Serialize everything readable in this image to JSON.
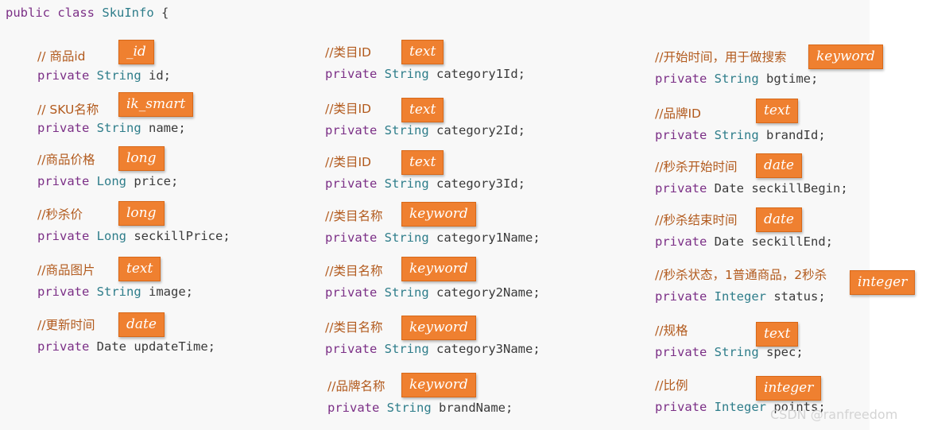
{
  "header": {
    "keyword_public": "public",
    "keyword_class": "class",
    "class_name": "SkuInfo",
    "brace": "{"
  },
  "fields": [
    {
      "comment": "// 商品id",
      "modifier": "private",
      "type": "String",
      "name": "id;",
      "tag": "_id"
    },
    {
      "comment": "// SKU名称",
      "modifier": "private",
      "type": "String",
      "name": "name;",
      "tag": "ik_smart"
    },
    {
      "comment": "//商品价格",
      "modifier": "private",
      "type": "Long",
      "name": "price;",
      "tag": "long"
    },
    {
      "comment": "//秒杀价",
      "modifier": "private",
      "type": "Long",
      "name": "seckillPrice;",
      "tag": "long"
    },
    {
      "comment": "//商品图片",
      "modifier": "private",
      "type": "String",
      "name": "image;",
      "tag": "text"
    },
    {
      "comment": "//更新时间",
      "modifier": "private",
      "type": "Date",
      "name": "updateTime;",
      "tag": "date"
    },
    {
      "comment": "//类目ID",
      "modifier": "private",
      "type": "String",
      "name": "category1Id;",
      "tag": "text"
    },
    {
      "comment": "//类目ID",
      "modifier": "private",
      "type": "String",
      "name": "category2Id;",
      "tag": "text"
    },
    {
      "comment": "//类目ID",
      "modifier": "private",
      "type": "String",
      "name": "category3Id;",
      "tag": "text"
    },
    {
      "comment": "//类目名称",
      "modifier": "private",
      "type": "String",
      "name": "category1Name;",
      "tag": "keyword"
    },
    {
      "comment": "//类目名称",
      "modifier": "private",
      "type": "String",
      "name": "category2Name;",
      "tag": "keyword"
    },
    {
      "comment": "//类目名称",
      "modifier": "private",
      "type": "String",
      "name": "category3Name;",
      "tag": "keyword"
    },
    {
      "comment": "//品牌名称",
      "modifier": "private",
      "type": "String",
      "name": "brandName;",
      "tag": "keyword"
    },
    {
      "comment": "//开始时间，用于做搜索",
      "modifier": "private",
      "type": "String",
      "name": "bgtime;",
      "tag": "keyword"
    },
    {
      "comment": "//品牌ID",
      "modifier": "private",
      "type": "String",
      "name": "brandId;",
      "tag": "text"
    },
    {
      "comment": "//秒杀开始时间",
      "modifier": "private",
      "type": "Date",
      "name": "seckillBegin;",
      "tag": "date"
    },
    {
      "comment": "//秒杀结束时间",
      "modifier": "private",
      "type": "Date",
      "name": "seckillEnd;",
      "tag": "date"
    },
    {
      "comment": "//秒杀状态，1普通商品，2秒杀",
      "modifier": "private",
      "type": "Integer",
      "name": "status;",
      "tag": "integer"
    },
    {
      "comment": "//规格",
      "modifier": "private",
      "type": "String",
      "name": "spec;",
      "tag": "text"
    },
    {
      "comment": "//比例",
      "modifier": "private",
      "type": "Integer",
      "name": "points;",
      "tag": "integer"
    }
  ],
  "watermark": "CSDN @ranfreedom",
  "colors": {
    "keyword": "#7b2f86",
    "type_highlight": "#2e7d8a",
    "comment": "#b25a1d",
    "tag_background": "#ef8030",
    "panel_background": "#f8f8f8"
  }
}
